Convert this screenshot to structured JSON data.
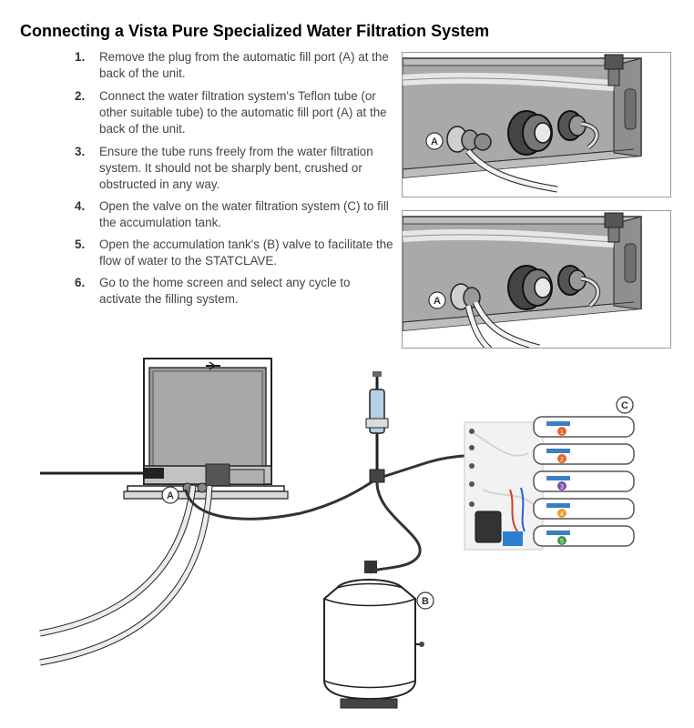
{
  "page": {
    "title": "Connecting a Vista Pure Specialized Water Filtration System"
  },
  "steps": [
    {
      "number": "1.",
      "text": "Remove the plug from the automatic fill port (A) at the back of the unit."
    },
    {
      "number": "2.",
      "text": "Connect the water filtration system's Teflon tube (or other suitable tube) to the automatic fill port (A) at the back of the unit."
    },
    {
      "number": "3.",
      "text": "Ensure the tube runs freely from the water filtration system. It should not be sharply bent, crushed or obstructed in any way."
    },
    {
      "number": "4.",
      "text": "Open the valve on the water filtration system (C) to fill the accumulation tank."
    },
    {
      "number": "5.",
      "text": "Open the accumulation tank's (B) valve to facilitate the flow of water to the STATCLAVE."
    },
    {
      "number": "6.",
      "text": "Go to the home screen and select any cycle to activate the filling system."
    }
  ],
  "callouts": {
    "port": "A",
    "tank": "B",
    "filter": "C"
  },
  "filter_stage_numbers": [
    "1",
    "2",
    "3",
    "4",
    "5"
  ],
  "colors": {
    "title": "#000000",
    "body_text": "#444444",
    "line_art": "#3a3a3a",
    "tube": "#8a8a8a",
    "stage_orange": "#e8632b",
    "stage_purple": "#7a4fa0",
    "stage_green": "#3c9a4a",
    "stage_blue": "#3a7fc2",
    "wire_red": "#d23b2b",
    "wire_blue": "#2b5fd2"
  }
}
